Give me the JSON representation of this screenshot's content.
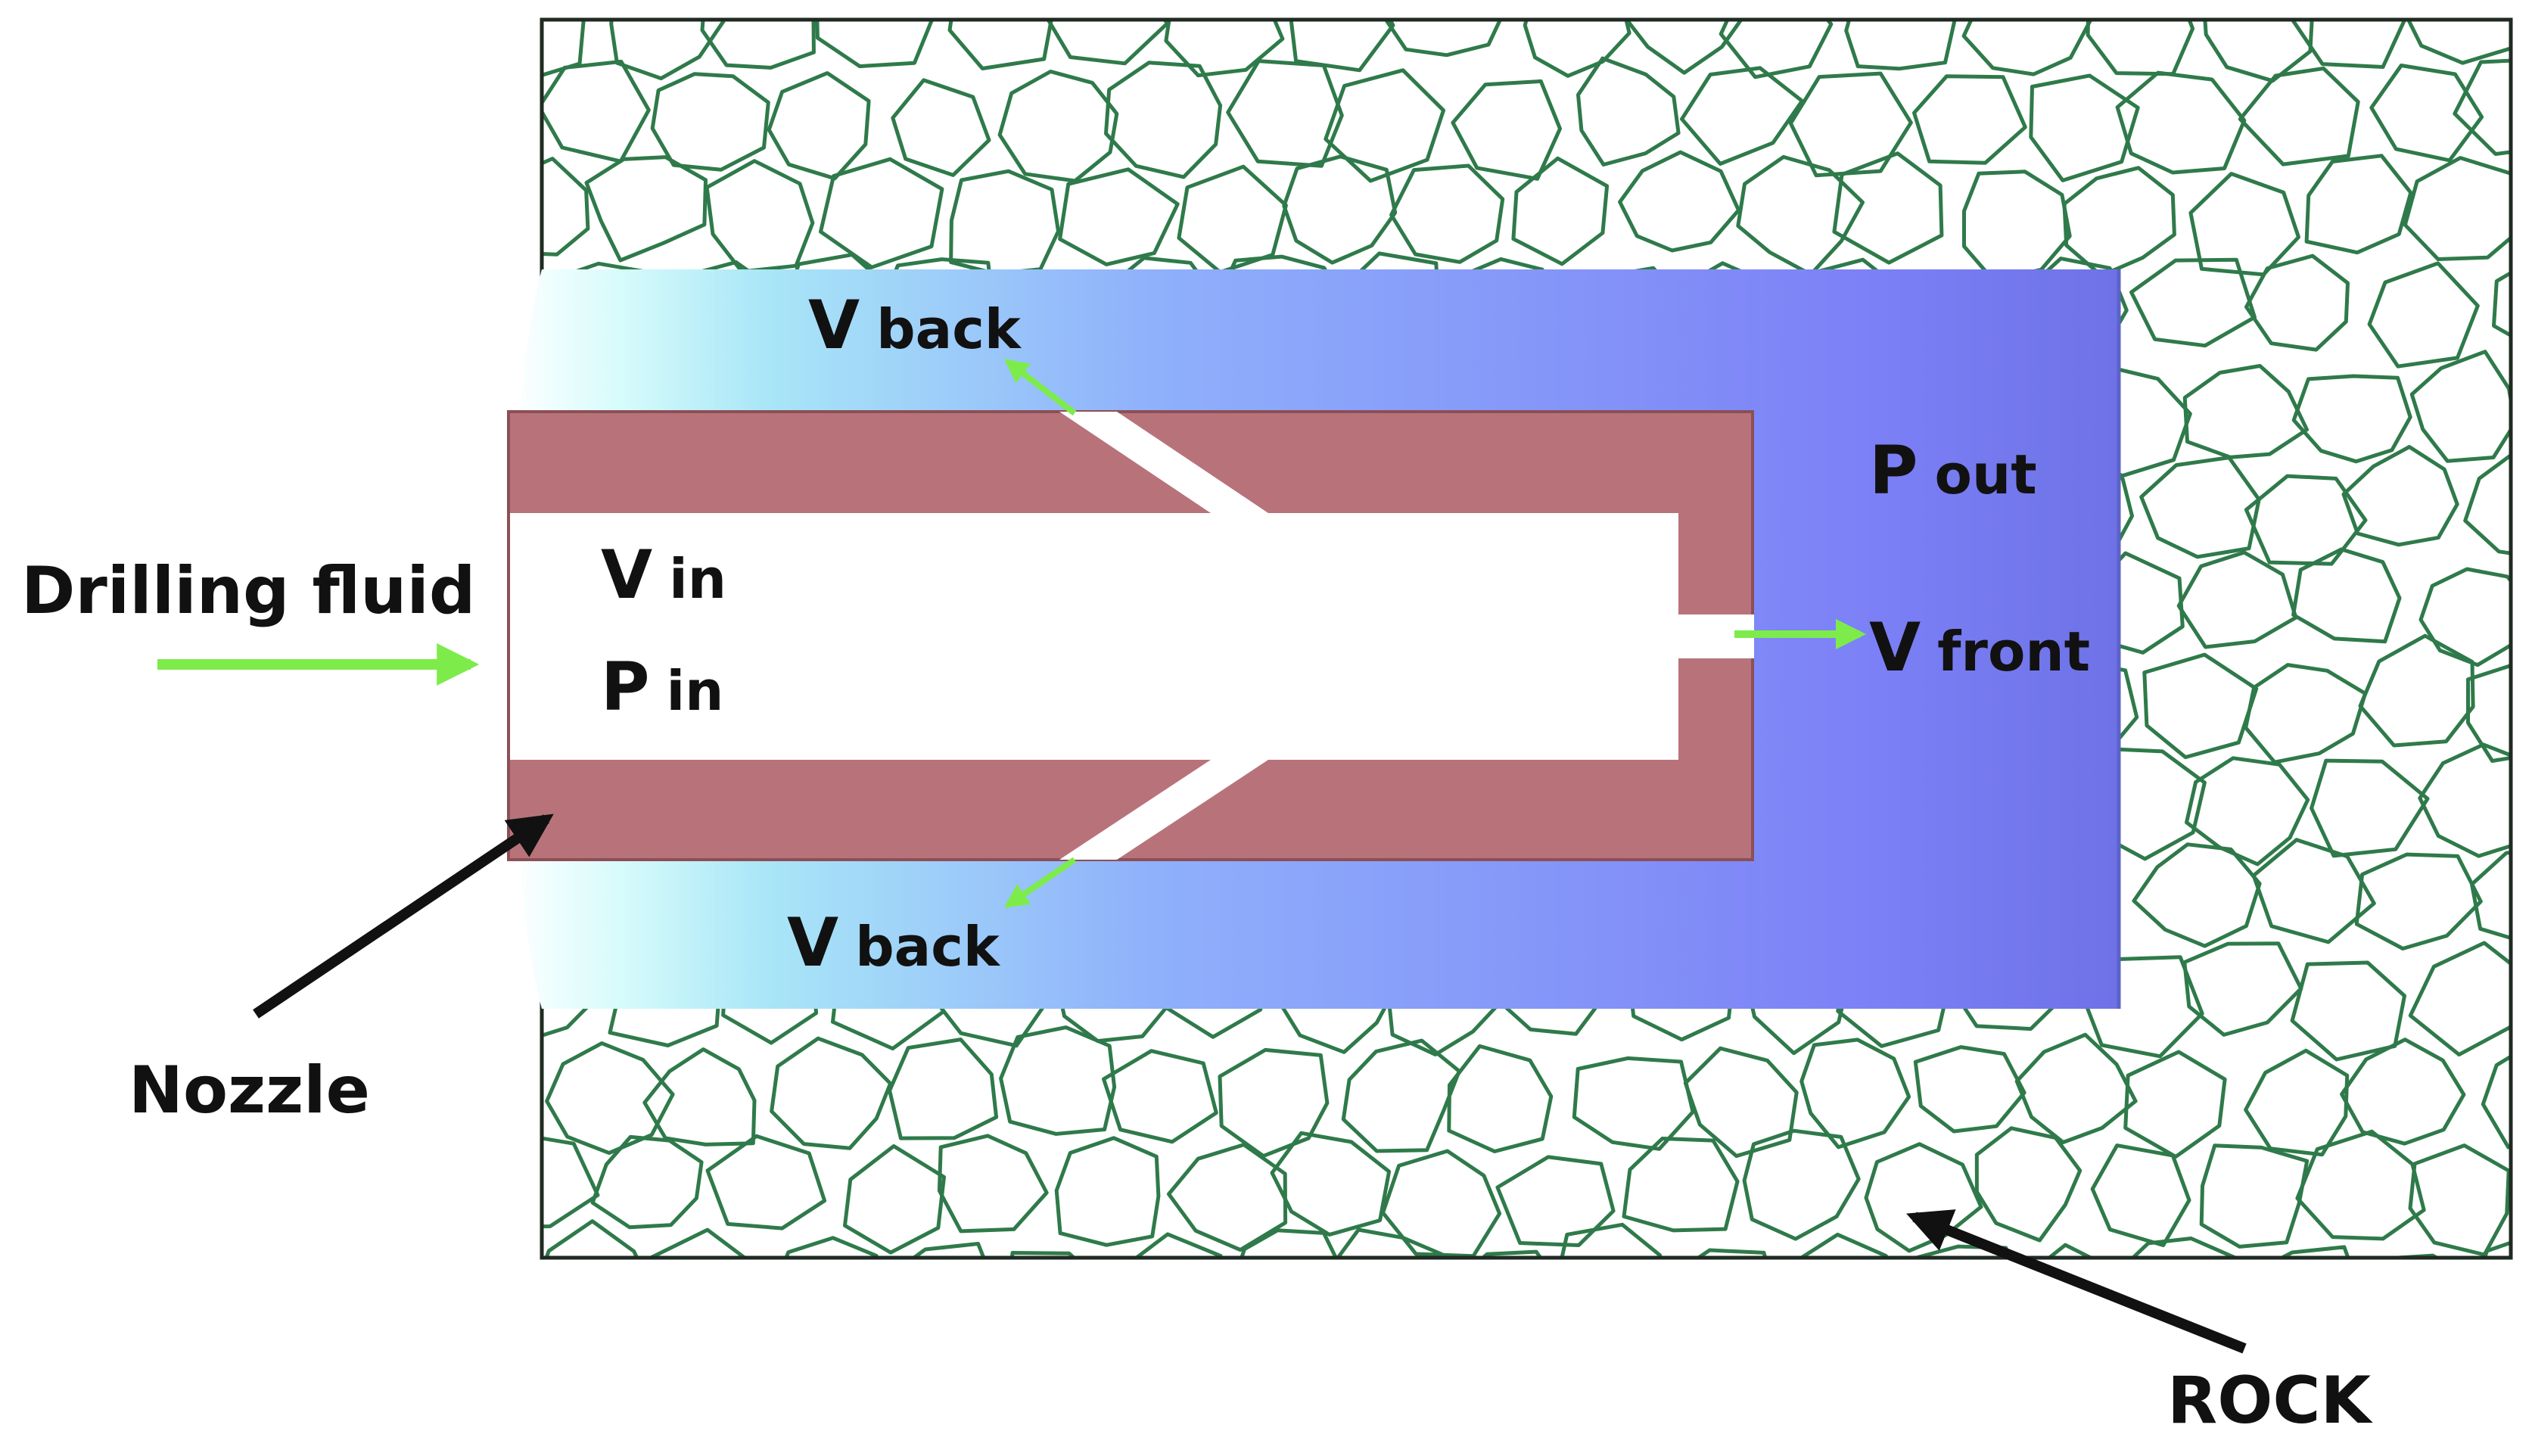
{
  "labels": {
    "drilling_fluid": "Drilling fluid",
    "nozzle": "Nozzle",
    "rock": "ROCK",
    "v_in": {
      "main": "V",
      "sub": "in"
    },
    "p_in": {
      "main": "P",
      "sub": "in"
    },
    "p_out": {
      "main": "P",
      "sub": "out"
    },
    "v_front": {
      "main": "V",
      "sub": "front"
    },
    "v_back_top": {
      "main": "V",
      "sub": "back"
    },
    "v_back_bottom": {
      "main": "V",
      "sub": "back"
    }
  },
  "colors": {
    "rock_pattern": "#2f7a4a",
    "nozzle_body": "#b8737a",
    "fluid_light": "#d6fbfb",
    "fluid_dark": "#6e72f0",
    "flow_arrow": "#7dec4a",
    "callout_arrow": "#111111"
  }
}
